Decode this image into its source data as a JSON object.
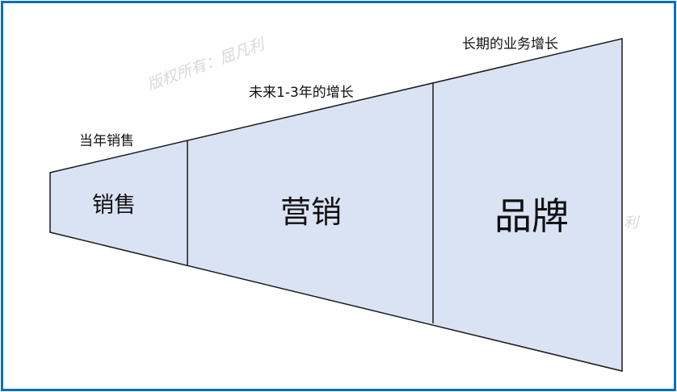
{
  "diagram": {
    "stages": [
      {
        "name": "销售",
        "caption": "当年销售"
      },
      {
        "name": "营销",
        "caption": "未来1-3年的增长"
      },
      {
        "name": "品牌",
        "caption": "长期的业务增长"
      }
    ],
    "watermark": "版权所有：屈凡利",
    "watermark_fragment": "利",
    "colors": {
      "fill": "#dae3f3",
      "stroke": "#1a1a1a",
      "border": "#0070c0"
    }
  }
}
